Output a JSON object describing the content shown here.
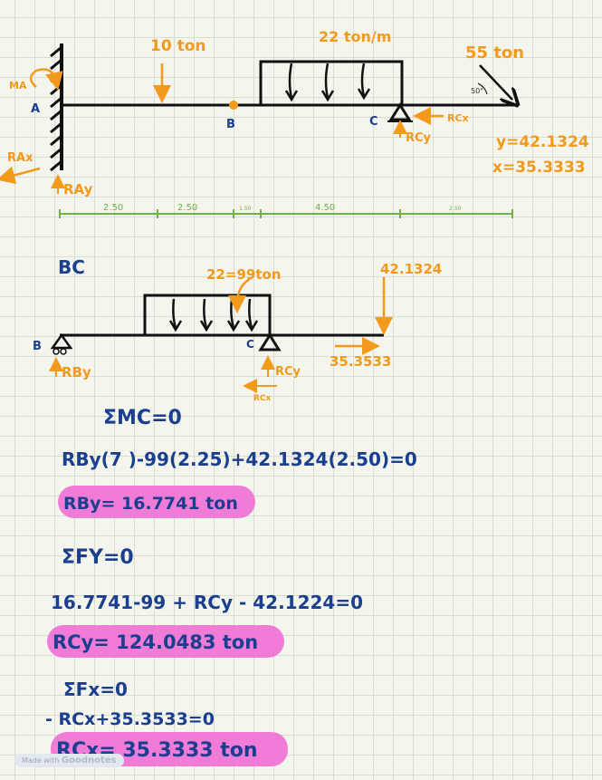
{
  "diagram1": {
    "point_a": "A",
    "point_b": "B",
    "point_c": "C",
    "load_10": "10 ton",
    "udl": "22 ton/m",
    "load_55": "55 ton",
    "angle": "50°",
    "ma": "MA",
    "rax": "RAx",
    "ray": "RAy",
    "rcy": "RCy",
    "rcx": "RCx",
    "y_comp": "y=42.1324",
    "x_comp": "x=35.3333",
    "dims": [
      "2.50",
      "2.50",
      "1.50",
      "4.50",
      "2.50"
    ]
  },
  "diagram2": {
    "title": "BC",
    "resultant": "22=99ton",
    "vert": "42.1324",
    "horiz": "35.3533",
    "point_b": "B",
    "point_c": "C",
    "rby": "RBy",
    "rcy": "RCy",
    "rcx": "RCx"
  },
  "equations": {
    "mc": "ΣMC=0",
    "mc_eq": "RBy(7 )-99(2.25)+42.1324(2.50)=0",
    "rby_result": "RBy= 16.7741 ton",
    "fy": "ΣFY=0",
    "fy_eq": "16.7741-99 + RCy - 42.1224=0",
    "rcy_result": "RCy= 124.0483 ton",
    "fx": "ΣFx=0",
    "fx_eq": "- RCx+35.3533=0",
    "rcx_result": "RCx= 35.3333 ton"
  },
  "watermark": {
    "made": "Made with",
    "app": "Goodnotes"
  }
}
